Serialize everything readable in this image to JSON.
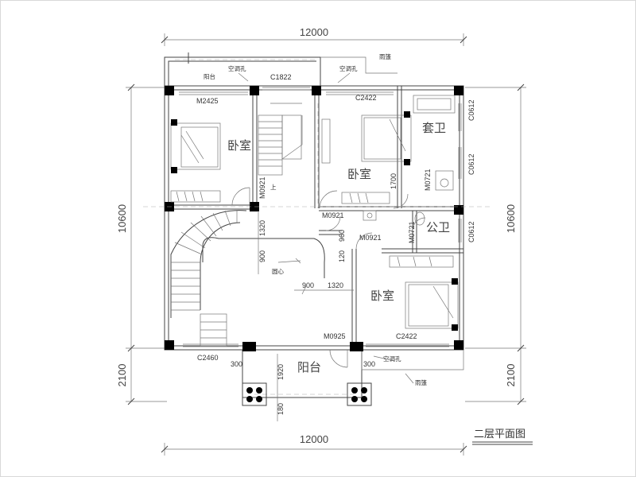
{
  "title": "二层平面图",
  "dimensions": {
    "top_total": "12000",
    "bottom_total": "12000",
    "left_main": "10600",
    "left_balcony": "2100",
    "right_main": "10600",
    "right_balcony": "2100"
  },
  "rooms": {
    "bedroom_nw": "卧室",
    "bedroom_ne": "卧室",
    "bedroom_se": "卧室",
    "ensuite_bath": "套卫",
    "public_bath": "公卫",
    "balcony_south": "阳台"
  },
  "labels": {
    "balcony_north": "阳台",
    "ac_hole_1": "空调孔",
    "ac_hole_2": "空调孔",
    "ac_hole_3": "空调孔",
    "canopy_north": "雨篷",
    "canopy_south": "雨篷",
    "circle_center": "圆心",
    "stair_up": "上"
  },
  "openings": {
    "c1822": "C1822",
    "m2425": "M2425",
    "c2422_ne": "C2422",
    "c0612_a": "C0612",
    "c0612_b": "C0612",
    "c0612_c": "C0612",
    "m0721_a": "M0721",
    "m0721_b": "M0721",
    "m0921_a": "M0921",
    "m0921_b": "M0921",
    "m0921_c": "M0921",
    "c2460": "C2460",
    "m0925": "M0925",
    "c2422_se": "C2422"
  },
  "inner_dims": {
    "d1320_a": "1320",
    "d900_a": "900",
    "d900_b": "900",
    "d1320_b": "1320",
    "d960": "960",
    "d120": "120",
    "d1700": "1700",
    "d300_a": "300",
    "d300_b": "300",
    "d1920": "1920",
    "d180": "180"
  }
}
